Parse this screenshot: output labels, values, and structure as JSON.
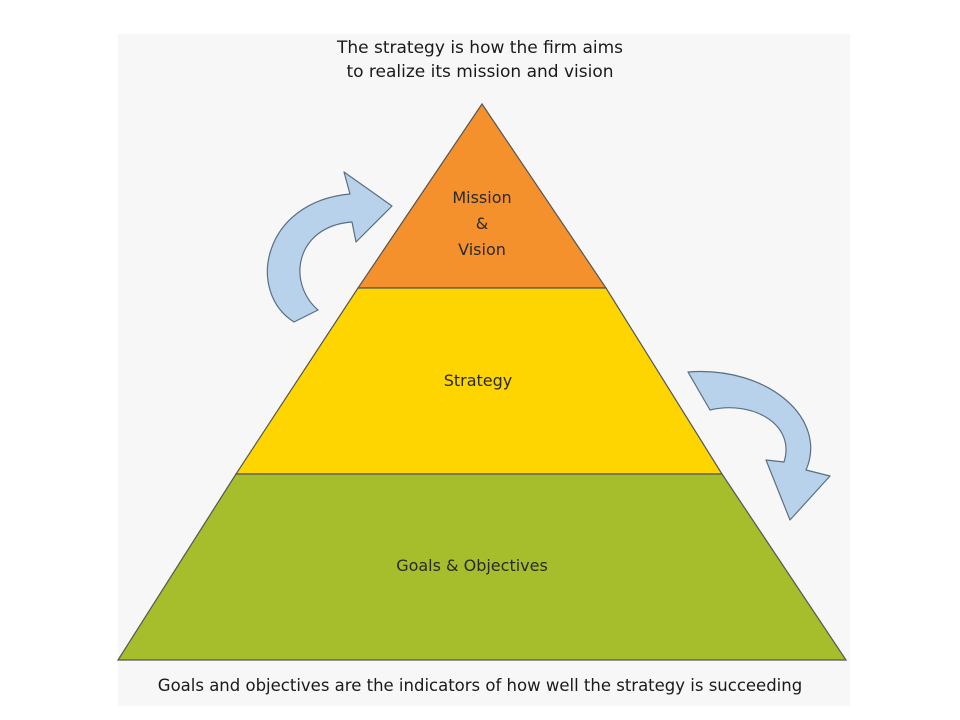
{
  "header": {
    "line1": "The strategy is how the firm aims",
    "line2": "to realize its mission and vision"
  },
  "pyramid": {
    "top": {
      "line1": "Mission",
      "line2": "&",
      "line3": "Vision",
      "color": "#f4912c"
    },
    "middle": {
      "label": "Strategy",
      "color": "#ffd500"
    },
    "bottom": {
      "label": "Goals & Objectives",
      "color": "#a6bd2c"
    }
  },
  "arrows": {
    "fill": "#b7d2ea",
    "stroke": "#5b6f82"
  },
  "footer": {
    "text": "Goals and objectives are the indicators of how well the strategy is succeeding"
  }
}
